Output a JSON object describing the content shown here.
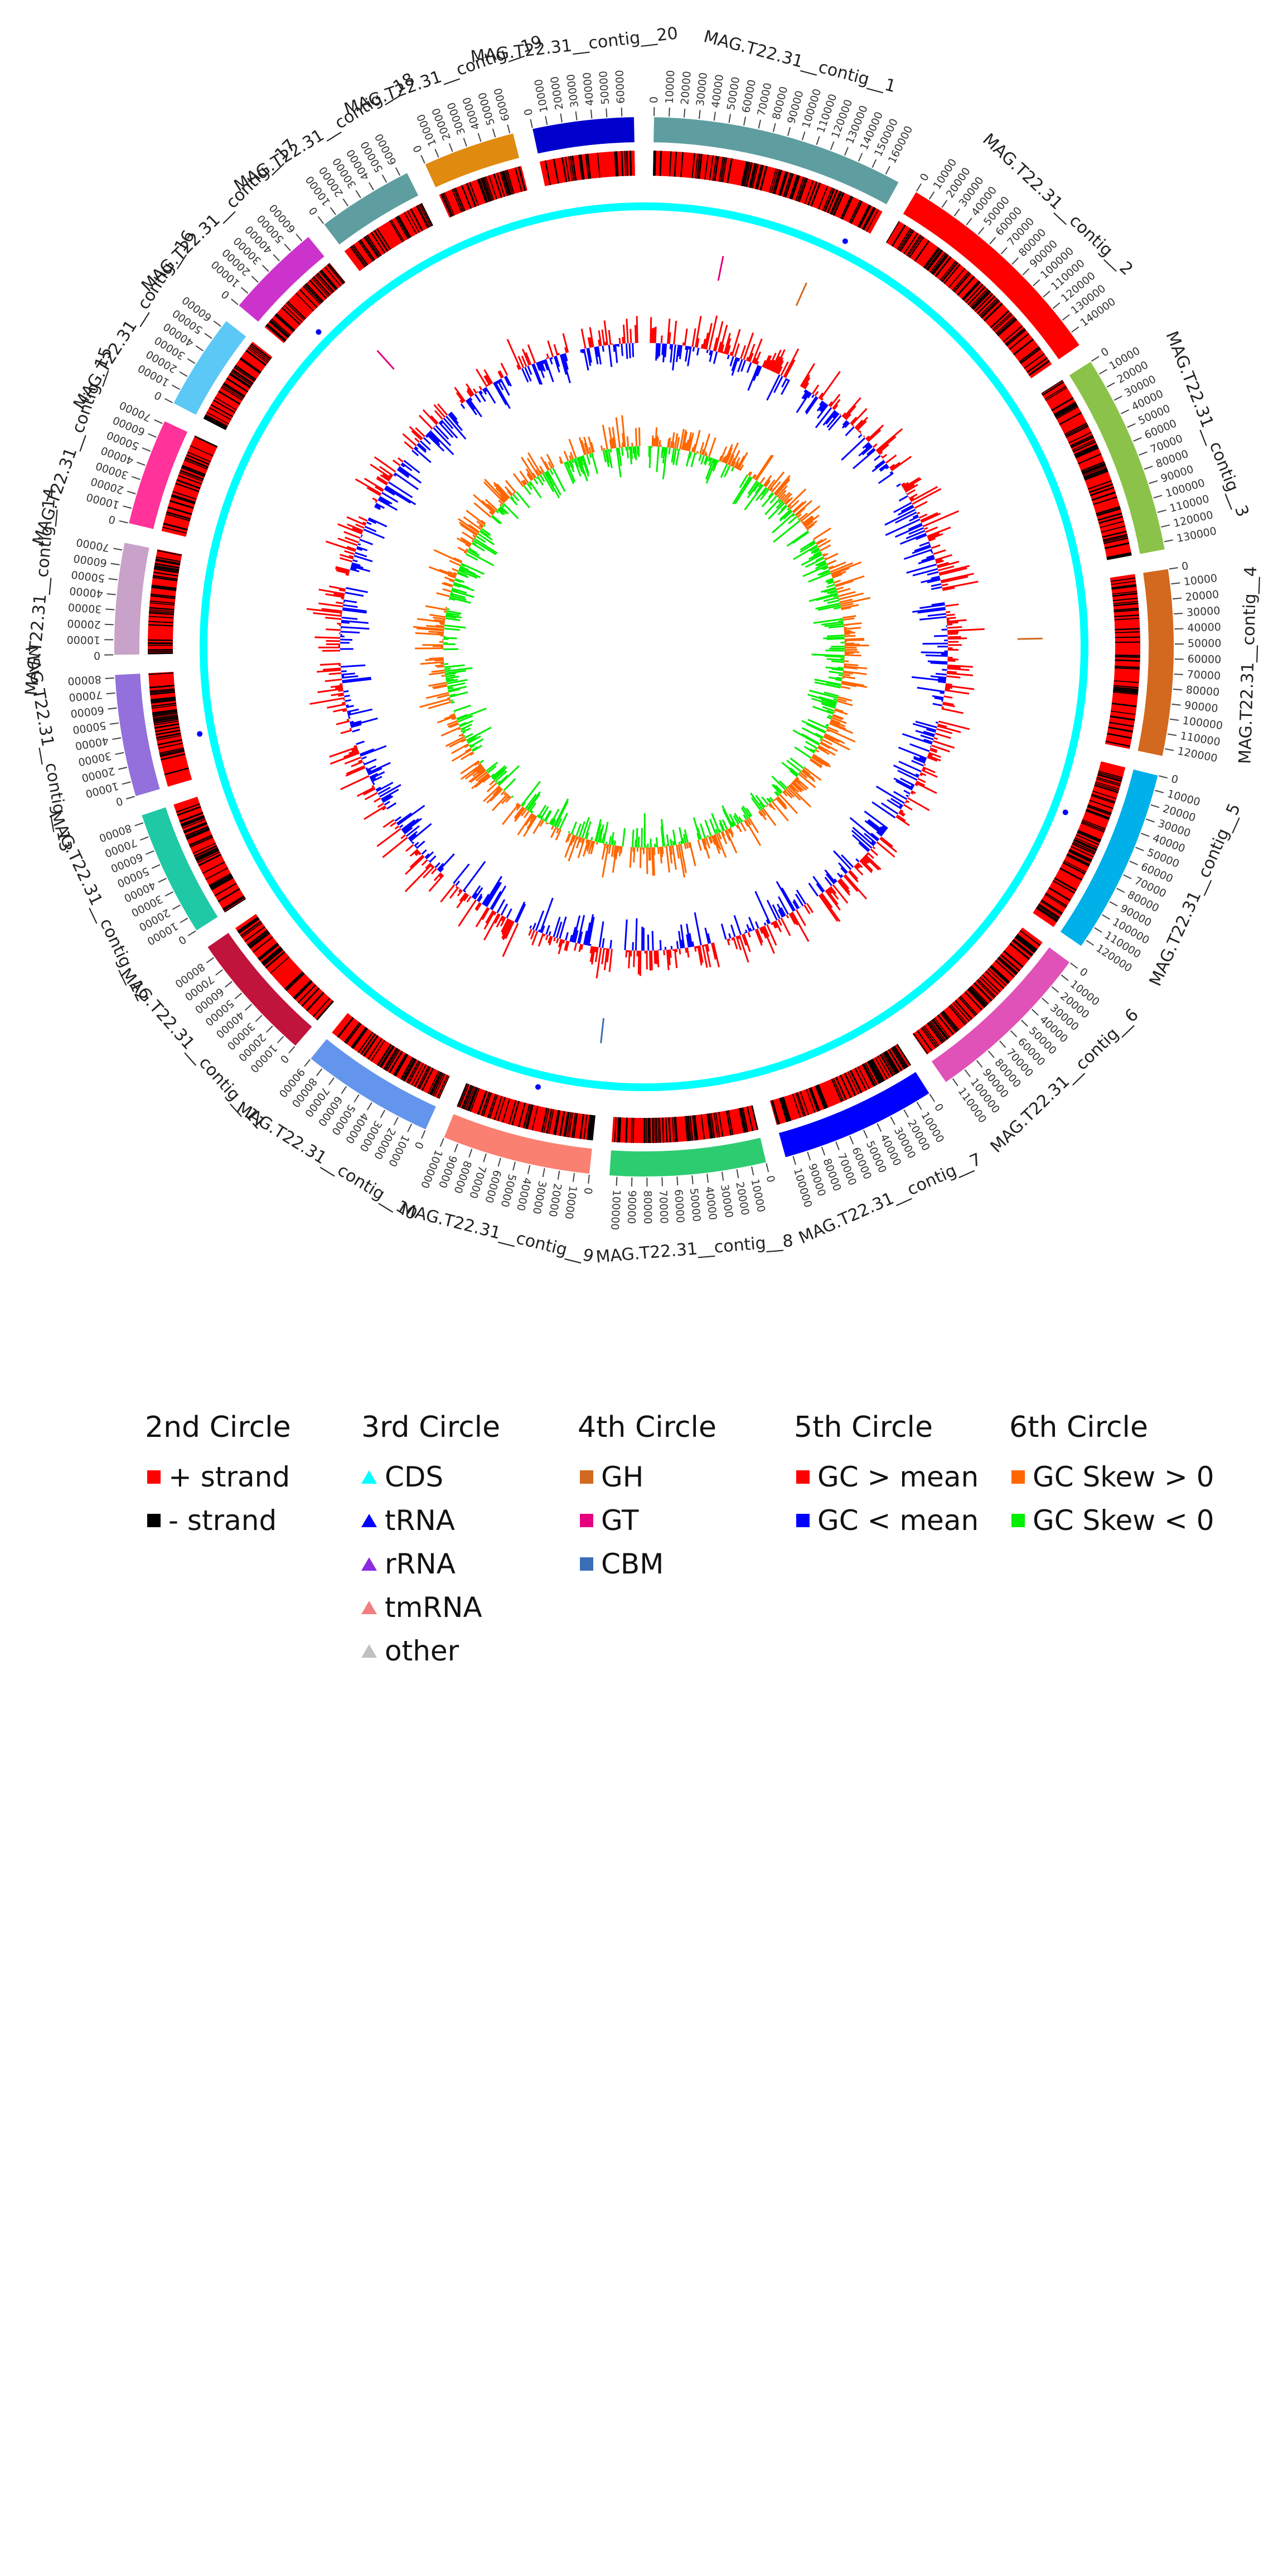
{
  "contigs": [
    {
      "name": "MAG.T22.31__contig__1",
      "length": 170000,
      "color": "#5f9ea0",
      "ticks": [
        0,
        10000,
        20000,
        30000,
        40000,
        50000,
        60000,
        70000,
        80000,
        90000,
        100000,
        110000,
        120000,
        130000,
        140000,
        150000,
        160000
      ]
    },
    {
      "name": "MAG.T22.31__contig__2",
      "length": 150000,
      "color": "#ff0000",
      "ticks": [
        0,
        10000,
        20000,
        30000,
        40000,
        50000,
        60000,
        70000,
        80000,
        90000,
        100000,
        110000,
        120000,
        130000,
        140000
      ]
    },
    {
      "name": "MAG.T22.31__contig__3",
      "length": 135000,
      "color": "#8bc34a",
      "ticks": [
        0,
        10000,
        20000,
        30000,
        40000,
        50000,
        60000,
        70000,
        80000,
        90000,
        100000,
        110000,
        120000,
        130000
      ]
    },
    {
      "name": "MAG.T22.31__contig__4",
      "length": 125000,
      "color": "#d2691e",
      "ticks": [
        0,
        10000,
        20000,
        30000,
        40000,
        50000,
        60000,
        70000,
        80000,
        90000,
        100000,
        110000,
        120000
      ]
    },
    {
      "name": "MAG.T22.31__contig__5",
      "length": 125000,
      "color": "#00b0e8",
      "ticks": [
        0,
        10000,
        20000,
        30000,
        40000,
        50000,
        60000,
        70000,
        80000,
        90000,
        100000,
        110000,
        120000
      ]
    },
    {
      "name": "MAG.T22.31__contig__6",
      "length": 115000,
      "color": "#e052b8",
      "ticks": [
        0,
        10000,
        20000,
        30000,
        40000,
        50000,
        60000,
        70000,
        80000,
        90000,
        100000,
        110000
      ]
    },
    {
      "name": "MAG.T22.31__contig__7",
      "length": 105000,
      "color": "#0000ff",
      "ticks": [
        0,
        10000,
        20000,
        30000,
        40000,
        50000,
        60000,
        70000,
        80000,
        90000,
        100000
      ]
    },
    {
      "name": "MAG.T22.31__contig__8",
      "length": 105000,
      "color": "#2ecc71",
      "ticks": [
        0,
        10000,
        20000,
        30000,
        40000,
        50000,
        60000,
        70000,
        80000,
        90000,
        100000
      ]
    },
    {
      "name": "MAG.T22.31__contig__9",
      "length": 100000,
      "color": "#fa8072",
      "ticks": [
        0,
        10000,
        20000,
        30000,
        40000,
        50000,
        60000,
        70000,
        80000,
        90000,
        100000
      ]
    },
    {
      "name": "MAG.T22.31__contig__10",
      "length": 90000,
      "color": "#6495ed",
      "ticks": [
        0,
        10000,
        20000,
        30000,
        40000,
        50000,
        60000,
        70000,
        80000,
        90000
      ]
    },
    {
      "name": "MAG.T22.31__contig__11",
      "length": 88000,
      "color": "#c0143c",
      "ticks": [
        0,
        10000,
        20000,
        30000,
        40000,
        50000,
        60000,
        70000,
        80000
      ]
    },
    {
      "name": "MAG.T22.31__contig__12",
      "length": 85000,
      "color": "#20c9a6",
      "ticks": [
        0,
        10000,
        20000,
        30000,
        40000,
        50000,
        60000,
        70000,
        80000
      ]
    },
    {
      "name": "MAG.T22.31__contig__13",
      "length": 82000,
      "color": "#9370db",
      "ticks": [
        0,
        10000,
        20000,
        30000,
        40000,
        50000,
        60000,
        70000,
        80000
      ]
    },
    {
      "name": "MAG.T22.31__contig__14",
      "length": 75000,
      "color": "#c8a2c8",
      "ticks": [
        0,
        10000,
        20000,
        30000,
        40000,
        50000,
        60000,
        70000
      ]
    },
    {
      "name": "MAG.T22.31__contig__15",
      "length": 72000,
      "color": "#ff3399",
      "ticks": [
        0,
        10000,
        20000,
        30000,
        40000,
        50000,
        60000,
        70000
      ]
    },
    {
      "name": "MAG.T22.31__contig__16",
      "length": 65000,
      "color": "#5bc8f5",
      "ticks": [
        0,
        10000,
        20000,
        30000,
        40000,
        50000,
        60000
      ]
    },
    {
      "name": "MAG.T22.31__contig__17",
      "length": 65000,
      "color": "#cc33cc",
      "ticks": [
        0,
        10000,
        20000,
        30000,
        40000,
        50000,
        60000
      ]
    },
    {
      "name": "MAG.T22.31__contig__18",
      "length": 65000,
      "color": "#5f9ea0",
      "ticks": [
        0,
        10000,
        20000,
        30000,
        40000,
        50000,
        60000
      ]
    },
    {
      "name": "MAG.T22.31__contig__19",
      "length": 62000,
      "color": "#e08a10",
      "ticks": [
        0,
        10000,
        20000,
        30000,
        40000,
        50000,
        60000
      ]
    },
    {
      "name": "MAG.T22.31__contig__20",
      "length": 68000,
      "color": "#0000cd",
      "ticks": [
        0,
        10000,
        20000,
        30000,
        40000,
        50000,
        60000
      ]
    }
  ],
  "colors": {
    "plus_strand": "#ff0000",
    "minus_strand": "#000000",
    "cds": "#00ffff",
    "trna": "#0000ff",
    "rrna": "#8a2be2",
    "tmrna": "#f08080",
    "other": "#c0c0c0",
    "gh": "#d2691e",
    "gt": "#e6007e",
    "cbm": "#3a6fb7",
    "gc_above": "#ff0000",
    "gc_below": "#0000ff",
    "skew_pos": "#ff6600",
    "skew_neg": "#00ee00"
  },
  "legend": [
    {
      "title": "2nd Circle",
      "items": [
        {
          "label": "+ strand",
          "marker": "square",
          "color": "#ff0000"
        },
        {
          "label": "- strand",
          "marker": "square",
          "color": "#000000"
        }
      ]
    },
    {
      "title": "3rd Circle",
      "items": [
        {
          "label": "CDS",
          "marker": "triangle",
          "color": "#00ffff"
        },
        {
          "label": "tRNA",
          "marker": "triangle",
          "color": "#0000ff"
        },
        {
          "label": "rRNA",
          "marker": "triangle",
          "color": "#8a2be2"
        },
        {
          "label": "tmRNA",
          "marker": "triangle",
          "color": "#f08080"
        },
        {
          "label": "other",
          "marker": "triangle",
          "color": "#c0c0c0"
        }
      ]
    },
    {
      "title": "4th Circle",
      "items": [
        {
          "label": "GH",
          "marker": "square",
          "color": "#d2691e"
        },
        {
          "label": "GT",
          "marker": "square",
          "color": "#e6007e"
        },
        {
          "label": "CBM",
          "marker": "square",
          "color": "#3a6fb7"
        }
      ]
    },
    {
      "title": "5th Circle",
      "items": [
        {
          "label": "GC > mean",
          "marker": "square",
          "color": "#ff0000"
        },
        {
          "label": "GC < mean",
          "marker": "square",
          "color": "#0000ff"
        }
      ]
    },
    {
      "title": "6th Circle",
      "items": [
        {
          "label": "GC Skew > 0",
          "marker": "square",
          "color": "#ff6600"
        },
        {
          "label": "GC Skew < 0",
          "marker": "square",
          "color": "#00ee00"
        }
      ]
    }
  ]
}
